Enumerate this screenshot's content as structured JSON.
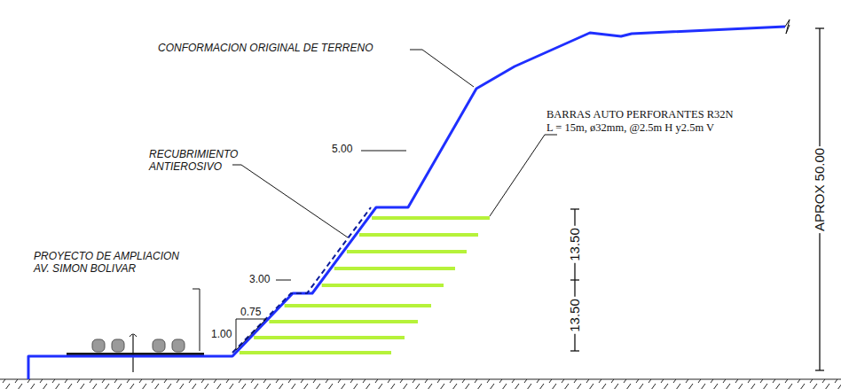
{
  "diagram": {
    "labels": [
      "CONFORMACION ORIGINAL DE TERRENO",
      "RECUBRIMIENTO ANTIEROSIVO",
      "PROYECTO DE AMPLIACION AV. SIMON BOLIVAR",
      "BARRAS AUTO PERFORANTES R32N",
      "L = 15m, ø32mm, @2.5m H y2.5m V",
      "5.00",
      "3.00",
      "0.75",
      "1.00",
      "13.50",
      "13.50",
      "APROX 50.00"
    ]
  }
}
